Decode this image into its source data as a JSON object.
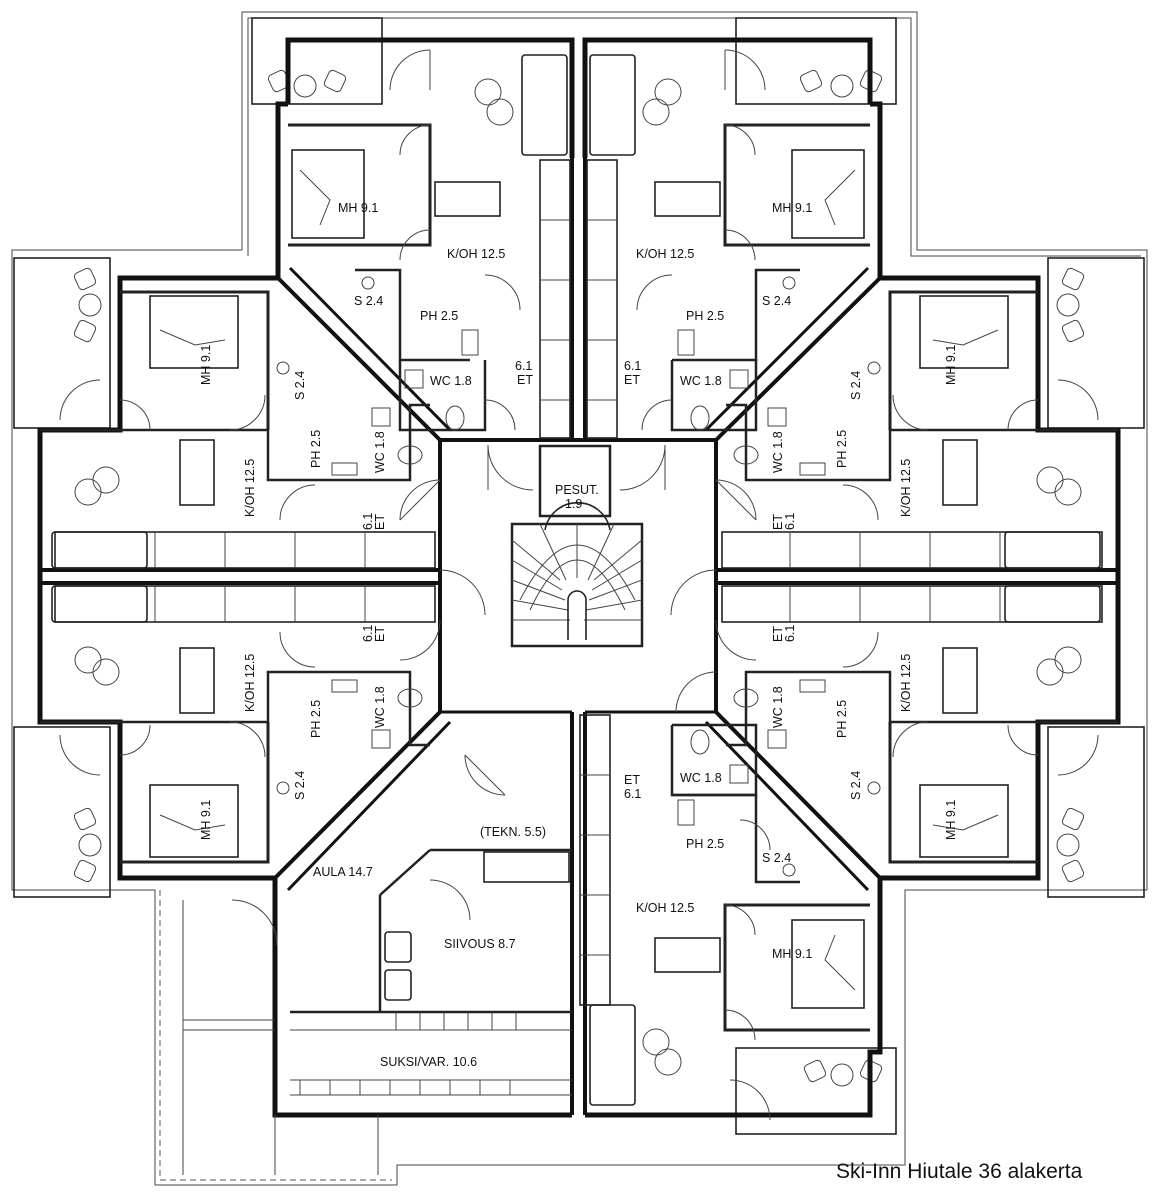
{
  "title": "Ski-Inn Hiutale 36 alakerta",
  "apartments": [
    {
      "id": "nw-top",
      "rooms": {
        "bedroom": "MH  9.1",
        "kitchen": "K/OH  12.5",
        "sauna": "S  2.4",
        "bath": "PH  2.5",
        "wc": "WC  1.8",
        "entry": "6.1\nET"
      }
    },
    {
      "id": "ne-top",
      "rooms": {
        "bedroom": "MH  9.1",
        "kitchen": "K/OH  12.5",
        "sauna": "S  2.4",
        "bath": "PH  2.5",
        "wc": "WC  1.8",
        "entry": "6.1\nET"
      }
    },
    {
      "id": "w-upper",
      "rooms": {
        "bedroom": "MH  9.1",
        "kitchen": "K/OH  12.5",
        "sauna": "S  2.4",
        "bath": "PH  2.5",
        "wc": "WC  1.8",
        "entry": "6.1\nET"
      }
    },
    {
      "id": "e-upper",
      "rooms": {
        "bedroom": "MH  9.1",
        "kitchen": "K/OH  12.5",
        "sauna": "S  2.4",
        "bath": "PH  2.5",
        "wc": "WC  1.8",
        "entry": "ET\n6.1"
      }
    },
    {
      "id": "w-lower",
      "rooms": {
        "bedroom": "MH  9.1",
        "kitchen": "K/OH  12.5",
        "sauna": "S  2.4",
        "bath": "PH  2.5",
        "wc": "WC  1.8",
        "entry": "6.1\nET"
      }
    },
    {
      "id": "e-lower",
      "rooms": {
        "bedroom": "MH  9.1",
        "kitchen": "K/OH  12.5",
        "sauna": "S  2.4",
        "bath": "PH  2.5",
        "wc": "WC  1.8",
        "entry": "ET\n6.1"
      }
    },
    {
      "id": "se-bottom",
      "rooms": {
        "bedroom": "MH  9.1",
        "kitchen": "K/OH  12.5",
        "sauna": "S  2.4",
        "bath": "PH  2.5",
        "wc": "WC  1.8",
        "entry": "ET\n6.1"
      }
    }
  ],
  "common_rooms": {
    "laundry_name": "PESUT.",
    "laundry_area": "1.9",
    "lobby": "AULA  14.7",
    "technical": "(TEKN.  5.5)",
    "cleaning": "SIIVOUS  8.7",
    "ski_storage": "SUKSI/VAR.  10.6"
  }
}
